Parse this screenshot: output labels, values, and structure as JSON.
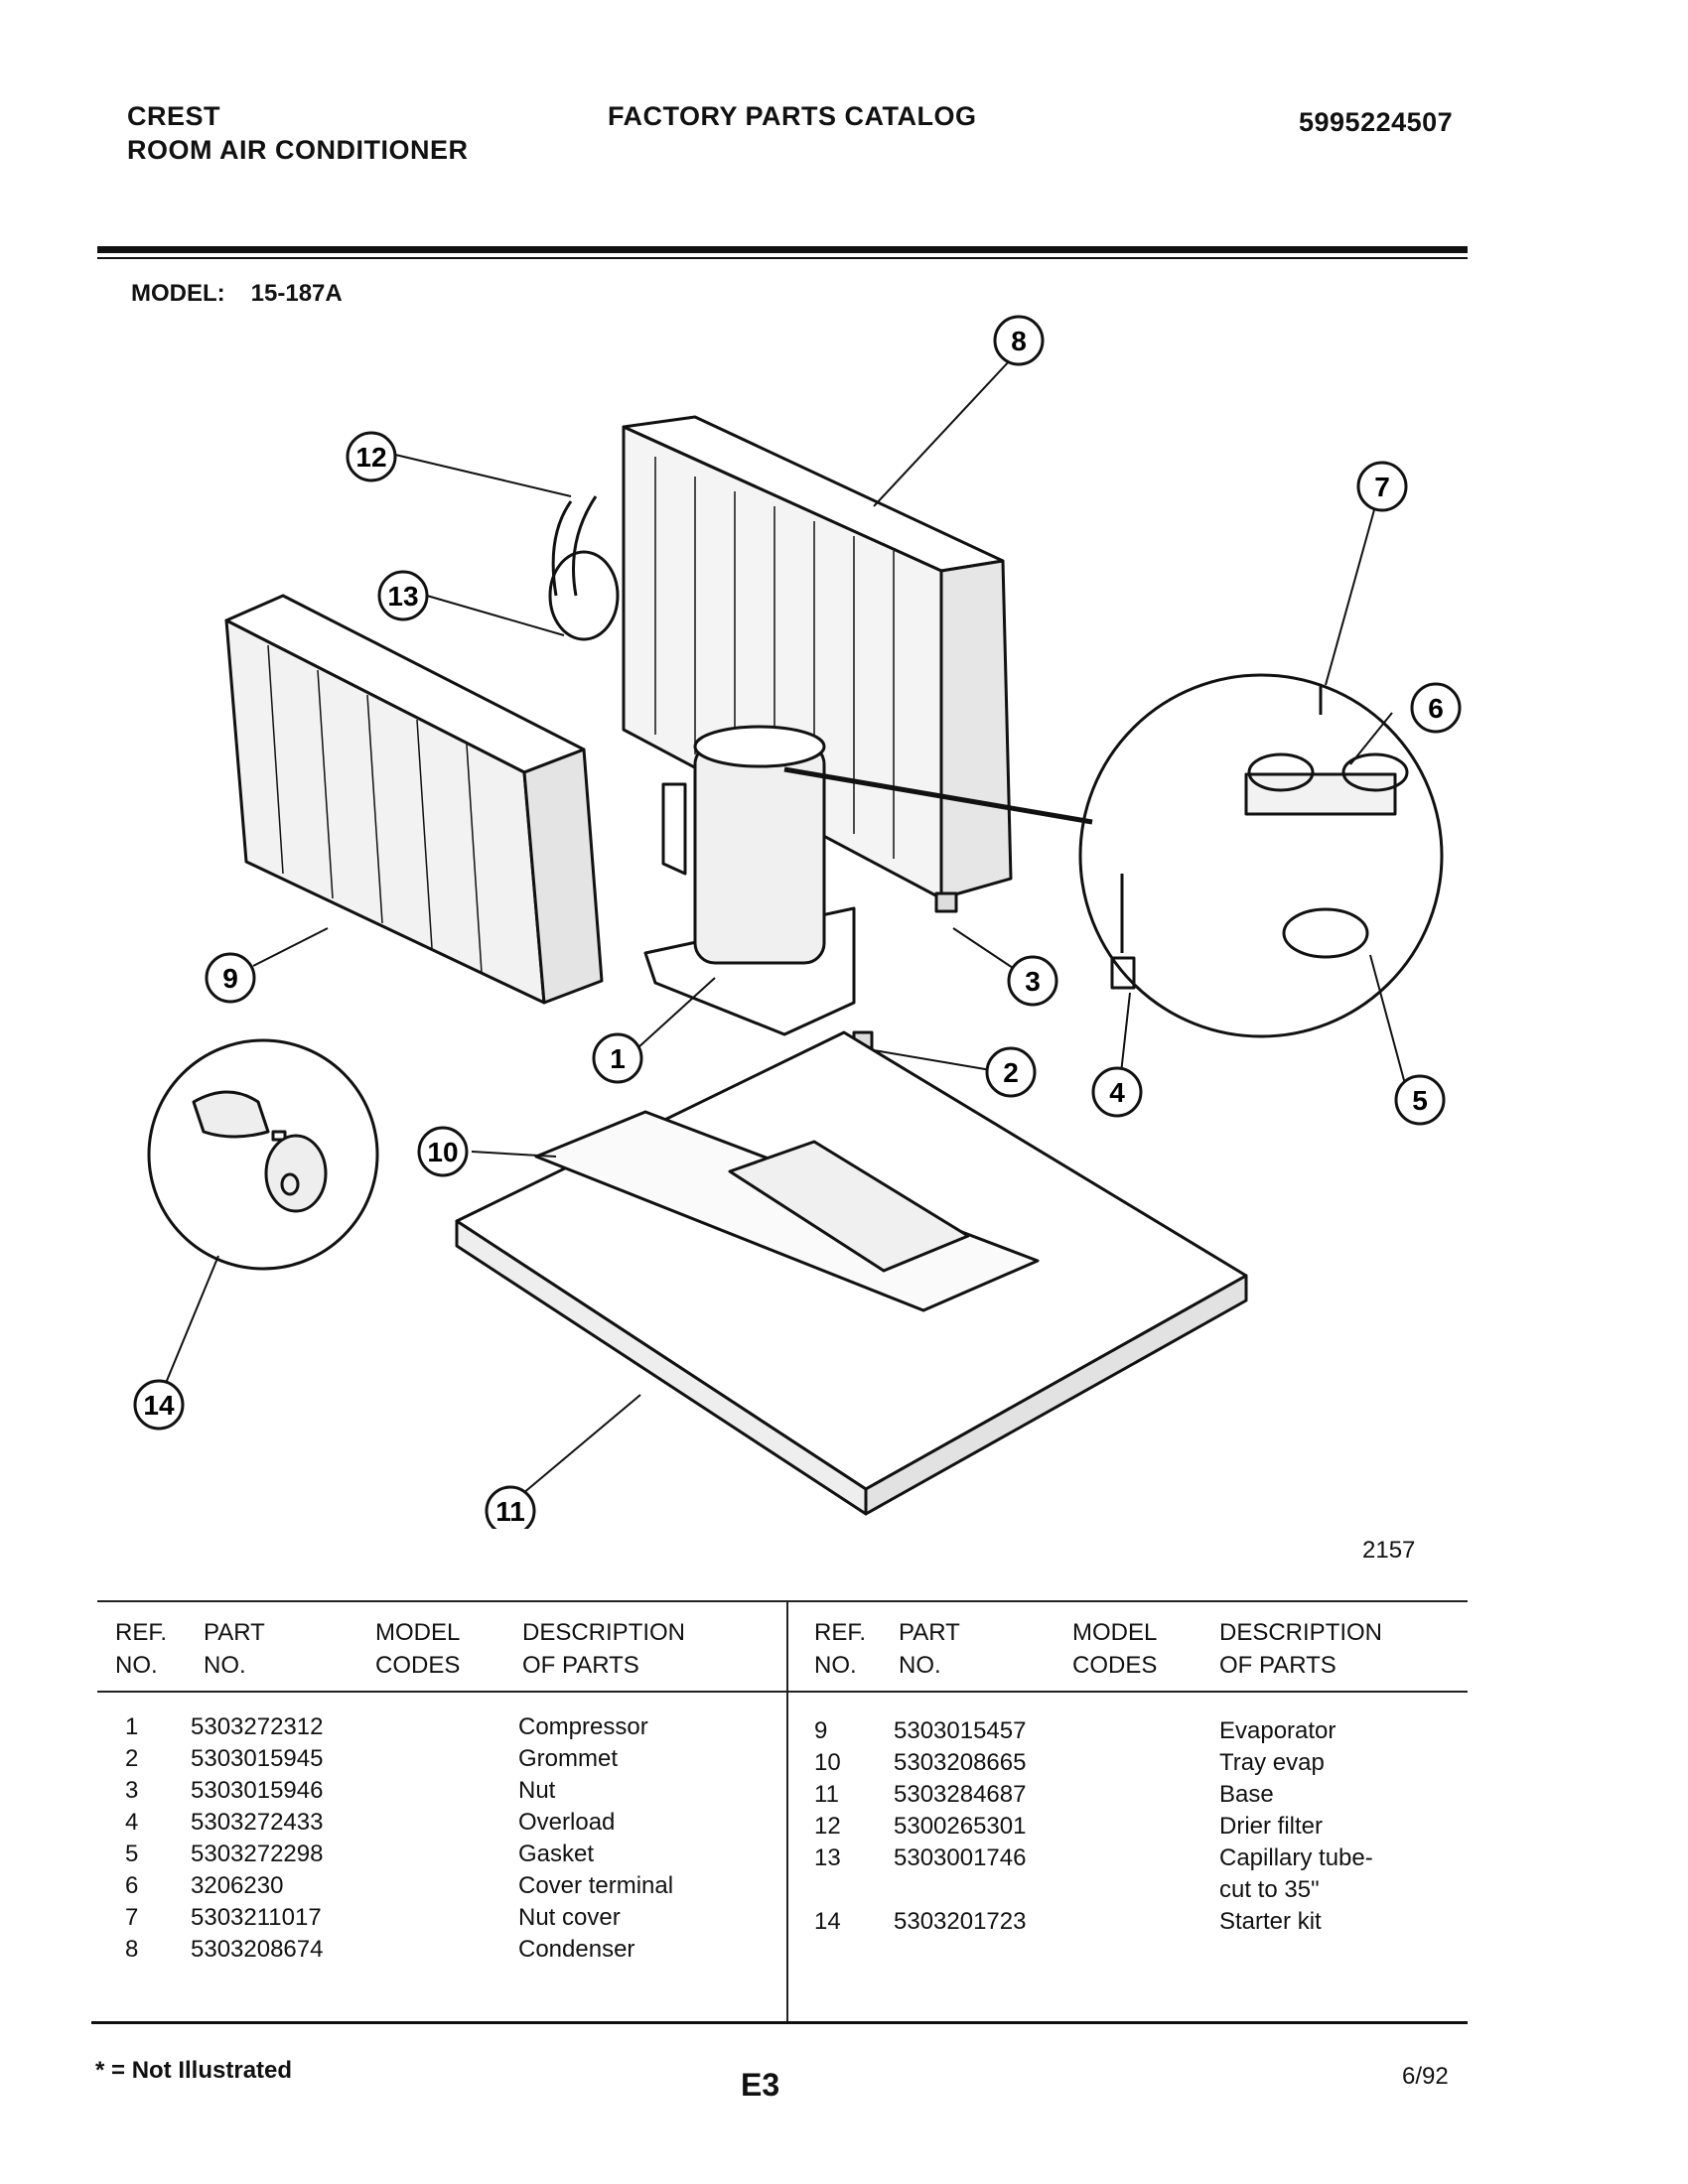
{
  "header": {
    "brand": "CREST",
    "product": "ROOM AIR CONDITIONER",
    "catalog": "FACTORY PARTS CATALOG",
    "doc_number": "5995224507"
  },
  "model": {
    "label": "MODEL:",
    "value": "15-187A"
  },
  "figure_number": "2157",
  "table": {
    "headers": {
      "ref_1": "REF.",
      "ref_2": "NO.",
      "part_1": "PART",
      "part_2": "NO.",
      "model_1": "MODEL",
      "model_2": "CODES",
      "desc_1": "DESCRIPTION",
      "desc_2": "OF PARTS"
    },
    "left": [
      {
        "ref": "1",
        "part": "5303272312",
        "desc": "Compressor"
      },
      {
        "ref": "2",
        "part": "5303015945",
        "desc": "Grommet"
      },
      {
        "ref": "3",
        "part": "5303015946",
        "desc": "Nut"
      },
      {
        "ref": "4",
        "part": "5303272433",
        "desc": "Overload"
      },
      {
        "ref": "5",
        "part": "5303272298",
        "desc": "Gasket"
      },
      {
        "ref": "6",
        "part": "3206230",
        "desc": "Cover terminal"
      },
      {
        "ref": "7",
        "part": "5303211017",
        "desc": "Nut cover"
      },
      {
        "ref": "8",
        "part": "5303208674",
        "desc": "Condenser"
      }
    ],
    "right": [
      {
        "ref": "9",
        "part": "5303015457",
        "desc": "Evaporator"
      },
      {
        "ref": "10",
        "part": "5303208665",
        "desc": "Tray evap"
      },
      {
        "ref": "11",
        "part": "5303284687",
        "desc": "Base"
      },
      {
        "ref": "12",
        "part": "5300265301",
        "desc": "Drier filter"
      },
      {
        "ref": "13",
        "part": "5303001746",
        "desc": "Capillary tube-"
      },
      {
        "ref": "",
        "part": "",
        "desc": "cut to 35\""
      },
      {
        "ref": "14",
        "part": "5303201723",
        "desc": "Starter kit"
      }
    ]
  },
  "footer": {
    "note": "* = Not Illustrated",
    "page_code": "E3",
    "date": "6/92"
  },
  "callouts": [
    "1",
    "2",
    "3",
    "4",
    "5",
    "6",
    "7",
    "8",
    "9",
    "10",
    "11",
    "12",
    "13",
    "14"
  ]
}
